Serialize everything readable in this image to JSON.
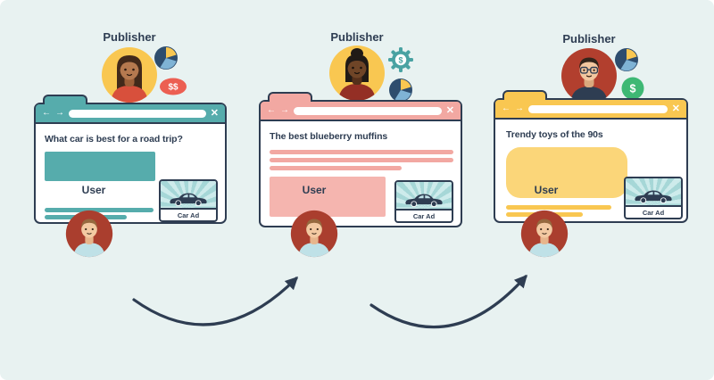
{
  "colors": {
    "background": "#e8f2f1",
    "ink": "#2e3d52",
    "teal": "#56acac",
    "pink": "#f2a8a2",
    "yellow": "#f9c751",
    "user_circle": "#aa3e2e"
  },
  "icons": {
    "back": "←",
    "forward": "→",
    "close": "✕",
    "dollar": "$",
    "double_dollar": "$$"
  },
  "scenes": [
    {
      "publisher_label": "Publisher",
      "page_title": "What car is best for a road trip?",
      "user_label": "User",
      "ad_caption": "Car Ad"
    },
    {
      "publisher_label": "Publisher",
      "page_title": "The best blueberry muffins",
      "user_label": "User",
      "ad_caption": "Car Ad"
    },
    {
      "publisher_label": "Publisher",
      "page_title": "Trendy toys of the 90s",
      "user_label": "User",
      "ad_caption": "Car Ad"
    }
  ]
}
